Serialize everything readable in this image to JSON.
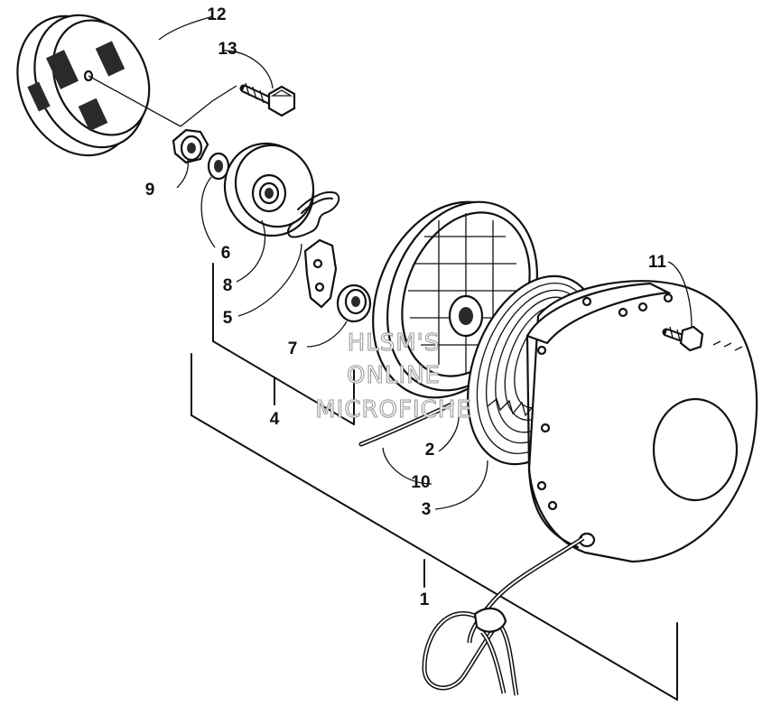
{
  "diagram": {
    "labels": {
      "p1": "1",
      "p2": "2",
      "p3": "3",
      "p4": "4",
      "p5": "5",
      "p6": "6",
      "p7": "7",
      "p8": "8",
      "p9": "9",
      "p10": "10",
      "p11": "11",
      "p12": "12",
      "p13": "13"
    },
    "watermark": {
      "line1": "HLSM'S",
      "line2": "ONLINE",
      "line3": "MICROFICHE"
    }
  }
}
